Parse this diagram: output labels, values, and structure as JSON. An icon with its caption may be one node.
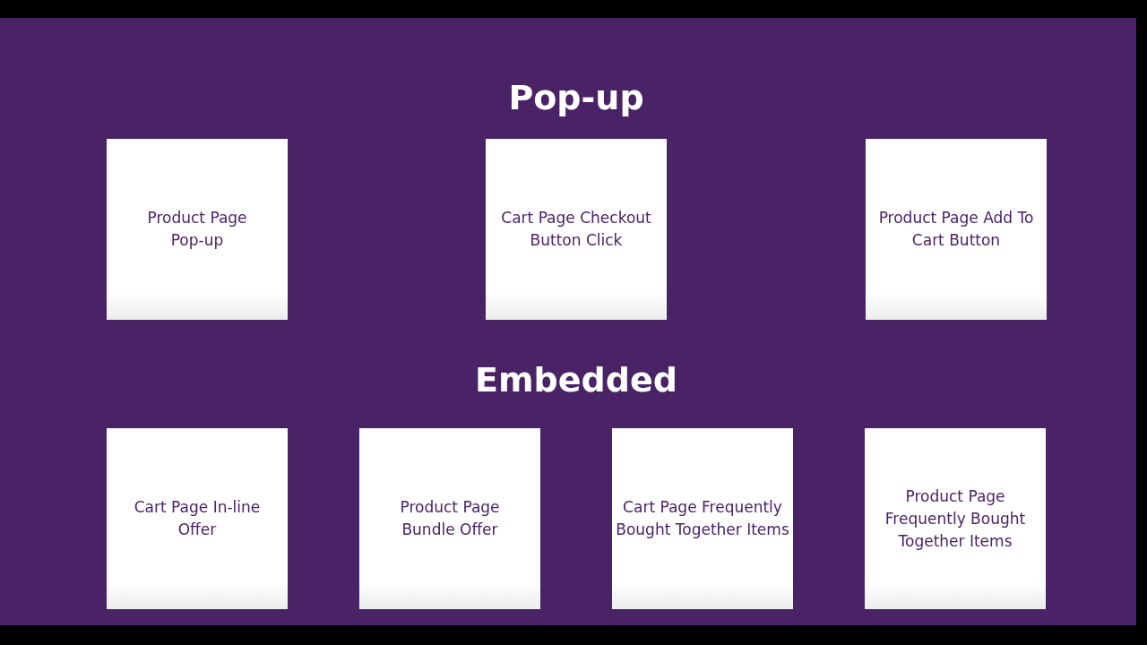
{
  "diagram": {
    "nodes": [
      {
        "text": [
          "Product Page Pop-up"
        ]
      },
      {
        "text": [
          "Cart Page Checkout Button Click"
        ]
      },
      {
        "text": [
          "Product Page Add To Cart Button"
        ]
      },
      {
        "text": [
          "Cart Page In-line Offer"
        ]
      },
      {
        "text": [
          "Product Page Bundle Offer"
        ]
      },
      {
        "text": [
          "Cart Page Frequently Bought Together Items"
        ]
      },
      {
        "text": [
          "Product Page Frequently Bought Together Items"
        ]
      }
    ],
    "labels": [
      "Pop-up",
      "Embedded"
    ]
  }
}
